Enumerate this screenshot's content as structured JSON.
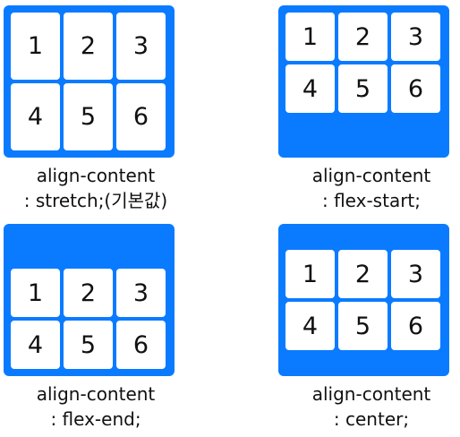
{
  "panels": [
    {
      "items": [
        "1",
        "2",
        "3",
        "4",
        "5",
        "6"
      ],
      "caption_line1": "align-content",
      "caption_line2": ": stretch;(기본값)"
    },
    {
      "items": [
        "1",
        "2",
        "3",
        "4",
        "5",
        "6"
      ],
      "caption_line1": "align-content",
      "caption_line2": ": flex-start;"
    },
    {
      "items": [
        "1",
        "2",
        "3",
        "4",
        "5",
        "6"
      ],
      "caption_line1": "align-content",
      "caption_line2": ": flex-end;"
    },
    {
      "items": [
        "1",
        "2",
        "3",
        "4",
        "5",
        "6"
      ],
      "caption_line1": "align-content",
      "caption_line2": ": center;"
    }
  ],
  "colors": {
    "container": "#0a7bff",
    "item": "#ffffff",
    "text": "#111111"
  }
}
